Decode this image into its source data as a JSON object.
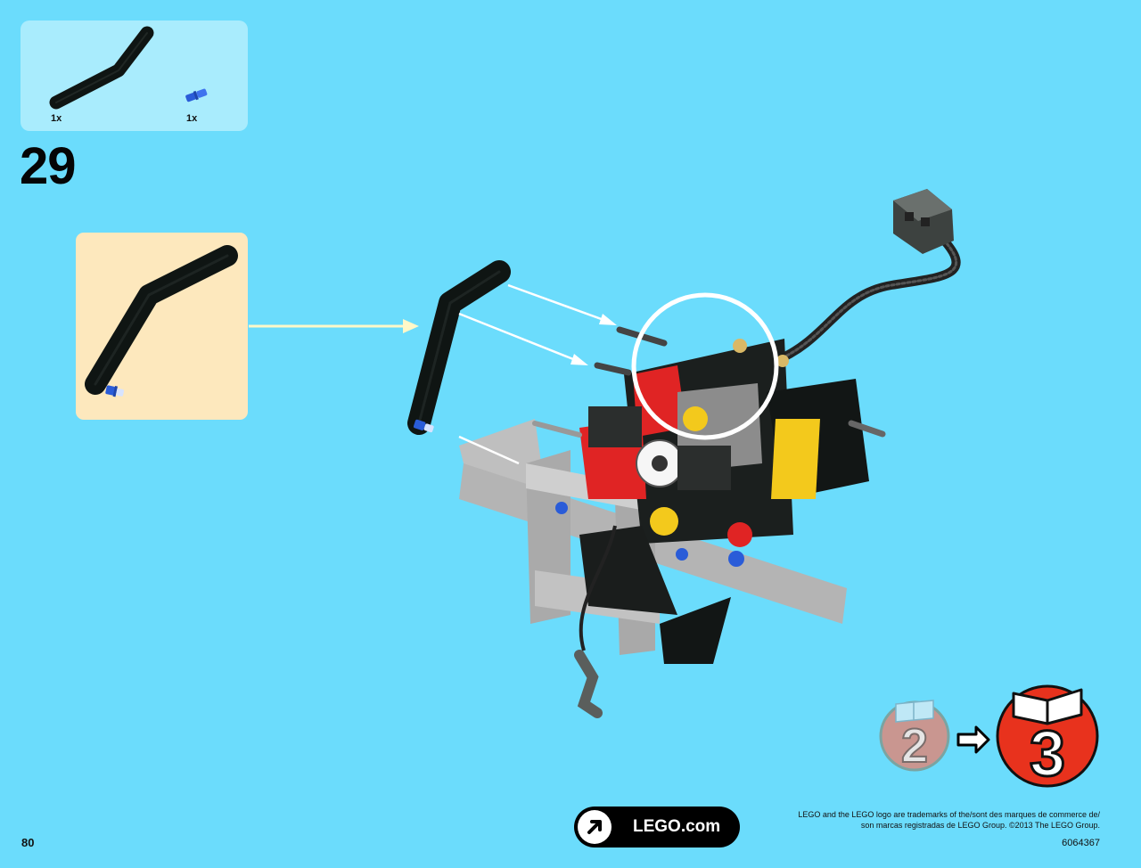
{
  "parts_list": [
    {
      "qty": "1x",
      "icon": "bent-liftarm-icon"
    },
    {
      "qty": "1x",
      "icon": "blue-pin-icon"
    }
  ],
  "step_number": "29",
  "callout_icon": "bent-liftarm-with-pin-icon",
  "book_nav": {
    "from": "2",
    "to": "3"
  },
  "lego_link": {
    "label": "LEGO.com"
  },
  "legal": {
    "line1": "LEGO and the LEGO logo are trademarks of the/sont des marques de commerce de/",
    "line2": "son marcas registradas de LEGO Group. ©2013 The LEGO Group."
  },
  "set_number": "6064367",
  "page_number": "80",
  "colors": {
    "background": "#6bdcfc",
    "parts_box": "#a9ecfd",
    "callout_box": "#fde8bd",
    "liftarm": "#121a17",
    "pin": "#2a5cd8",
    "book_red": "#e8321d"
  }
}
